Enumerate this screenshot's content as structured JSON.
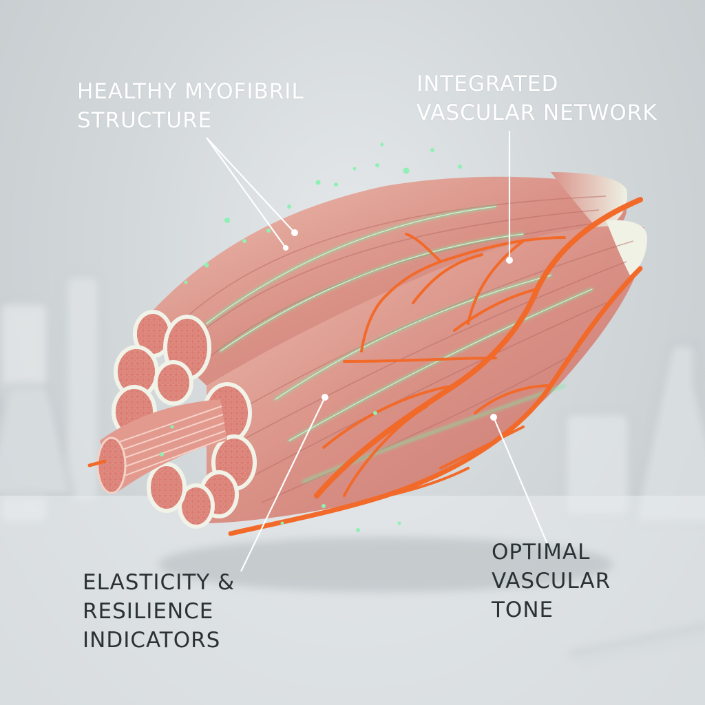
{
  "labels": {
    "myofibril": "HEALTHY MYOFIBRIL\nSTRUCTURE",
    "vascular_network": "INTEGRATED\nVASCULAR NETWORK",
    "elasticity": "ELASTICITY &\nRESILIENCE\nINDICATORS",
    "vascular_tone": "OPTIMAL\nVASCULAR\nTONE"
  },
  "colors": {
    "muscle": "#d9938a",
    "muscle_light": "#ecc0b4",
    "cross_section": "#e8897f",
    "sheath": "#f1f3e8",
    "glow": "#7fe8a8",
    "vessel": "#f26a2a",
    "leader_line": "#ffffff"
  }
}
